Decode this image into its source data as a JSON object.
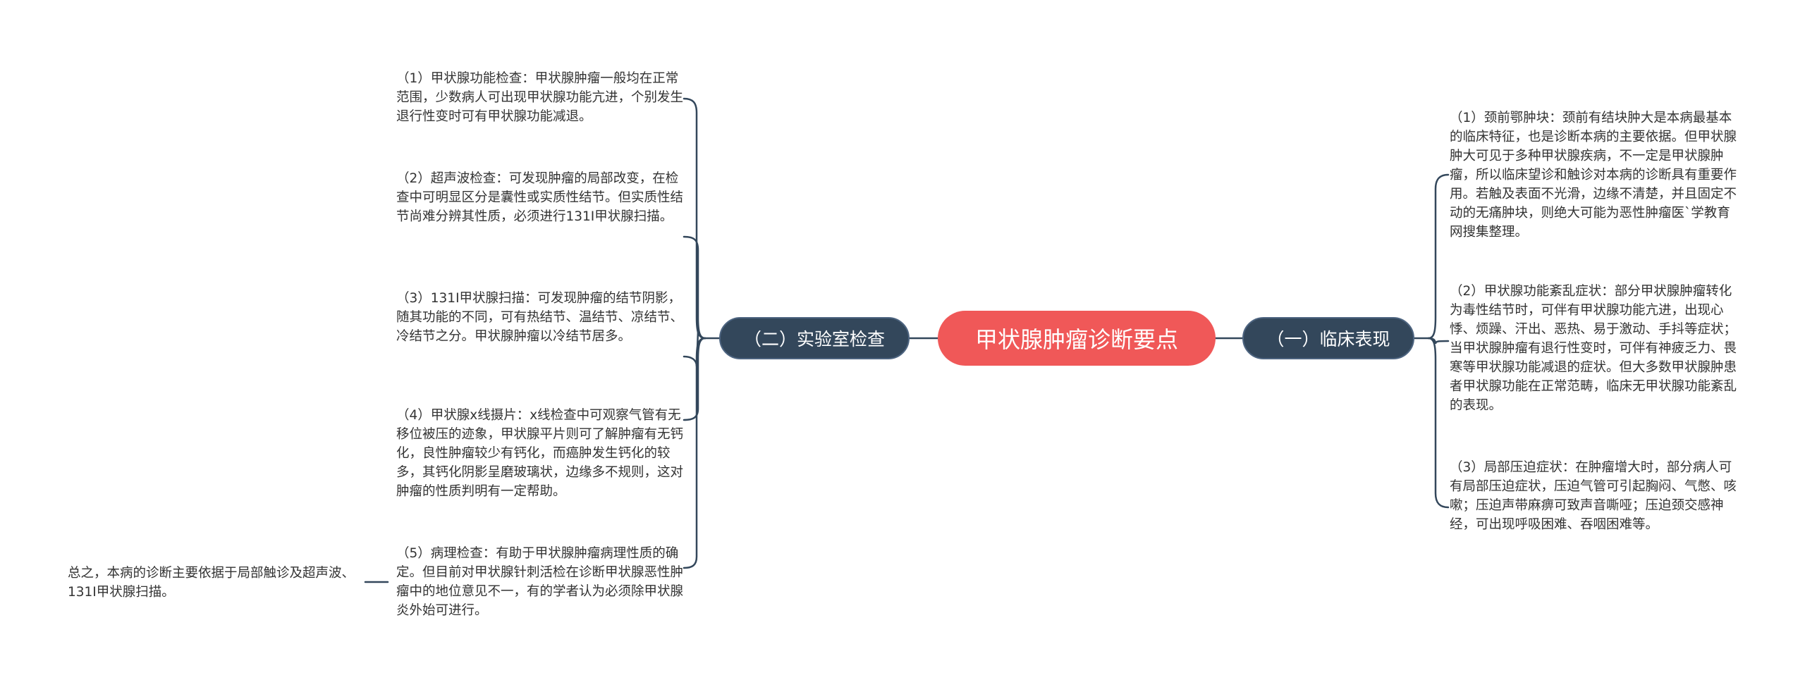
{
  "root": {
    "label": "甲状腺肿瘤诊断要点"
  },
  "branches": {
    "left": {
      "label": "（二）实验室检查"
    },
    "right": {
      "label": "（一）临床表现"
    }
  },
  "left_items": [
    {
      "text": "（1）甲状腺功能检查：甲状腺肿瘤一般均在正常范围，少数病人可出现甲状腺功能亢进，个别发生退行性变时可有甲状腺功能减退。"
    },
    {
      "text": "（2）超声波检查：可发现肿瘤的局部改变，在检查中可明显区分是囊性或实质性结节。但实质性结节尚难分辨其性质，必须进行131I甲状腺扫描。"
    },
    {
      "text": "（3）131I甲状腺扫描：可发现肿瘤的结节阴影，随其功能的不同，可有热结节、温结节、凉结节、冷结节之分。甲状腺肿瘤以冷结节居多。"
    },
    {
      "text": "（4）甲状腺x线摄片：x线检查中可观察气管有无移位被压的迹象，甲状腺平片则可了解肿瘤有无钙化，良性肿瘤较少有钙化，而癌肿发生钙化的较多，其钙化阴影呈磨玻璃状，边缘多不规则，这对肿瘤的性质判明有一定帮助。"
    },
    {
      "text": "（5）病理检查：有助于甲状腺肿瘤病理性质的确定。但目前对甲状腺针刺活检在诊断甲状腺恶性肿瘤中的地位意见不一，有的学者认为必须除甲状腺炎外始可进行。"
    }
  ],
  "summary": {
    "text": "总之，本病的诊断主要依据于局部触诊及超声波、131I甲状腺扫描。"
  },
  "right_items": [
    {
      "text": "（1）颈前鄂肿块：颈前有结块肿大是本病最基本的临床特征，也是诊断本病的主要依据。但甲状腺肿大可见于多种甲状腺疾病，不一定是甲状腺肿瘤，所以临床望诊和触诊对本病的诊断具有重要作用。若触及表面不光滑，边缘不清楚，并且固定不动的无痛肿块，则绝大可能为恶性肿瘤医`学教育网搜集整理。"
    },
    {
      "text": "（2）甲状腺功能紊乱症状：部分甲状腺肿瘤转化为毒性结节时，可伴有甲状腺功能亢进，出现心悸、烦躁、汗出、恶热、易于激动、手抖等症状；当甲状腺肿瘤有退行性变时，可伴有神疲乏力、畏寒等甲状腺功能减退的症状。但大多数甲状腺肿患者甲状腺功能在正常范畴，临床无甲状腺功能紊乱的表现。"
    },
    {
      "text": "（3）局部压迫症状：在肿瘤增大时，部分病人可有局部压迫症状，压迫气管可引起胸闷、气憋、咳嗽；压迫声带麻痹可致声音嘶哑；压迫颈交感神经，可出现呼吸困难、吞咽困难等。"
    }
  ],
  "colors": {
    "root": "#f05858",
    "branch": "#33475b",
    "line": "#33475b",
    "text": "#333333"
  }
}
